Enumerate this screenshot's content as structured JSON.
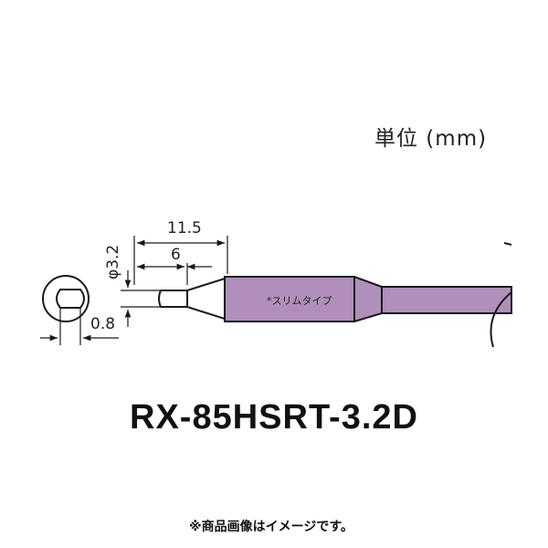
{
  "unit_label": "単位 (mm)",
  "dimensions": {
    "overall_length": "11.5",
    "tip_length": "6",
    "diameter": "φ3.2",
    "tip_thickness": "0.8"
  },
  "barrel_text": "*スリムタイプ",
  "model_name": "RX-85HSRT-3.2D",
  "footnote": "※商品画像はイメージです。",
  "colors": {
    "barrel": "#b08fbc",
    "barrel_dark": "#9b7aa8",
    "line": "#1a1a1a"
  }
}
